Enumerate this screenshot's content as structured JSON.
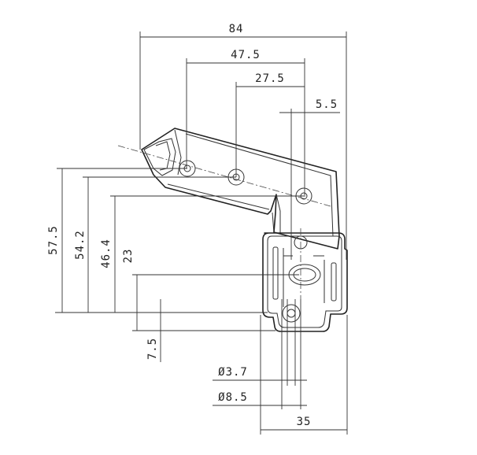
{
  "dimensions": {
    "overall_width": "84",
    "hole_spacing_a": "47.5",
    "hole_spacing_b": "27.5",
    "offset_small": "5.5",
    "height_a": "57.5",
    "height_b": "54.2",
    "height_c": "46.4",
    "height_d": "23",
    "height_e": "7.5",
    "dia_small": "Ø3.7",
    "dia_large": "Ø8.5",
    "base_width": "35"
  }
}
